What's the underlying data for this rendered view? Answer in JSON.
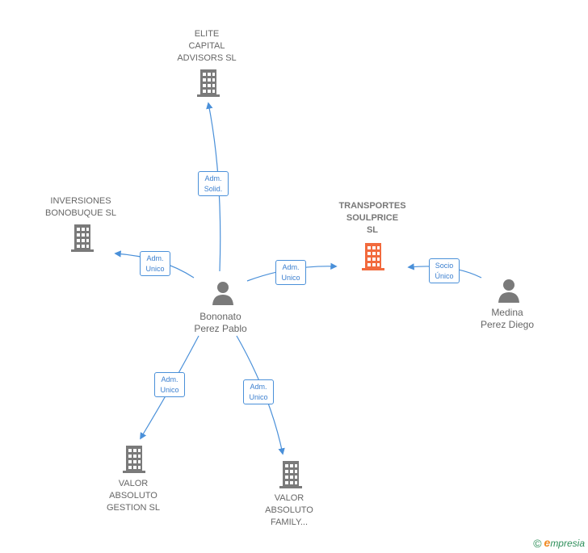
{
  "nodes": {
    "elite": {
      "label_lines": [
        "ELITE",
        "CAPITAL",
        "ADVISORS  SL"
      ],
      "type": "company"
    },
    "inversiones": {
      "label_lines": [
        "INVERSIONES",
        "BONOBUQUE SL"
      ],
      "type": "company"
    },
    "transportes": {
      "label_lines": [
        "TRANSPORTES",
        "SOULPRICE",
        "SL"
      ],
      "type": "company-focus"
    },
    "bonato": {
      "label_lines": [
        "Bononato",
        "Perez Pablo"
      ],
      "type": "person"
    },
    "medina": {
      "label_lines": [
        "Medina",
        "Perez Diego"
      ],
      "type": "person"
    },
    "valor_gestion": {
      "label_lines": [
        "VALOR",
        "ABSOLUTO",
        "GESTION SL"
      ],
      "type": "company"
    },
    "valor_family": {
      "label_lines": [
        "VALOR",
        "ABSOLUTO",
        "FAMILY..."
      ],
      "type": "company"
    }
  },
  "edges": {
    "to_elite": {
      "lines": [
        "Adm.",
        "Solid."
      ]
    },
    "to_inversiones": {
      "lines": [
        "Adm.",
        "Unico"
      ]
    },
    "to_transportes": {
      "lines": [
        "Adm.",
        "Unico"
      ]
    },
    "medina_to_transportes": {
      "lines": [
        "Socio",
        "Único"
      ]
    },
    "to_valor_gestion": {
      "lines": [
        "Adm.",
        "Unico"
      ]
    },
    "to_valor_family": {
      "lines": [
        "Adm.",
        "Unico"
      ]
    }
  },
  "colors": {
    "company": "#7a7a7a",
    "company_focus": "#f26a3d",
    "person": "#7a7a7a",
    "edge": "#4a90d9"
  },
  "brand": {
    "copyright": "©",
    "initial": "e",
    "rest": "mpresia"
  }
}
